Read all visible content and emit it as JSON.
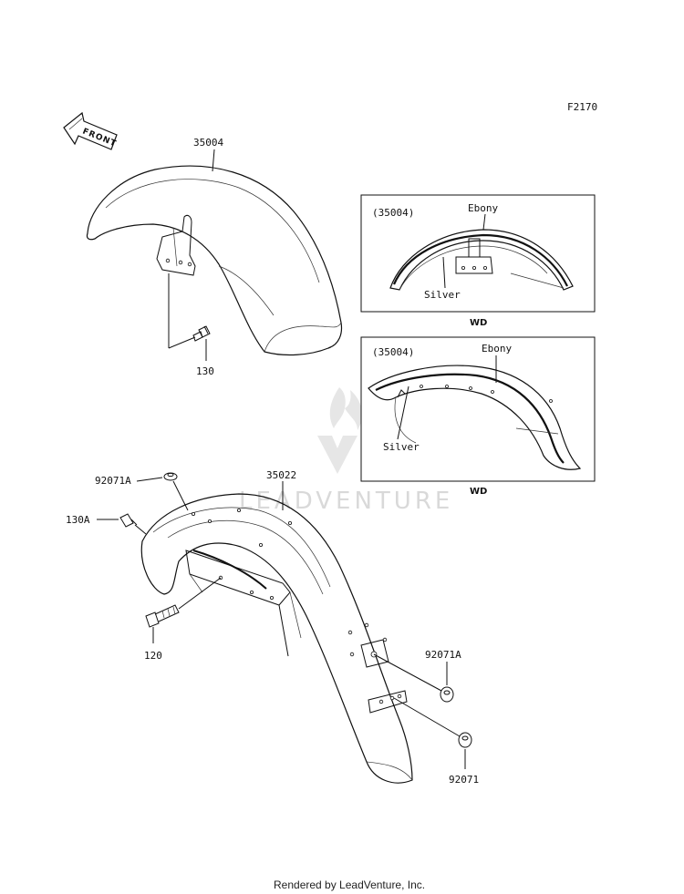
{
  "diagram_code": "F2170",
  "front_label": "FRONT",
  "callouts": {
    "front_fender": "35004",
    "front_bolt": "130",
    "rear_fender": "35022",
    "grommet_top": "92071A",
    "rear_bolt_a": "130A",
    "rear_bolt": "120",
    "grommet_right": "92071A",
    "grommet_bottom": "92071"
  },
  "inset_top": {
    "part_ref": "(35004)",
    "color_a": "Ebony",
    "color_b": "Silver",
    "variant": "WD"
  },
  "inset_bottom": {
    "part_ref": "(35004)",
    "color_a": "Ebony",
    "color_b": "Silver",
    "variant": "WD"
  },
  "watermark": "LEADVENTURE",
  "footer": "Rendered by LeadVenture, Inc."
}
